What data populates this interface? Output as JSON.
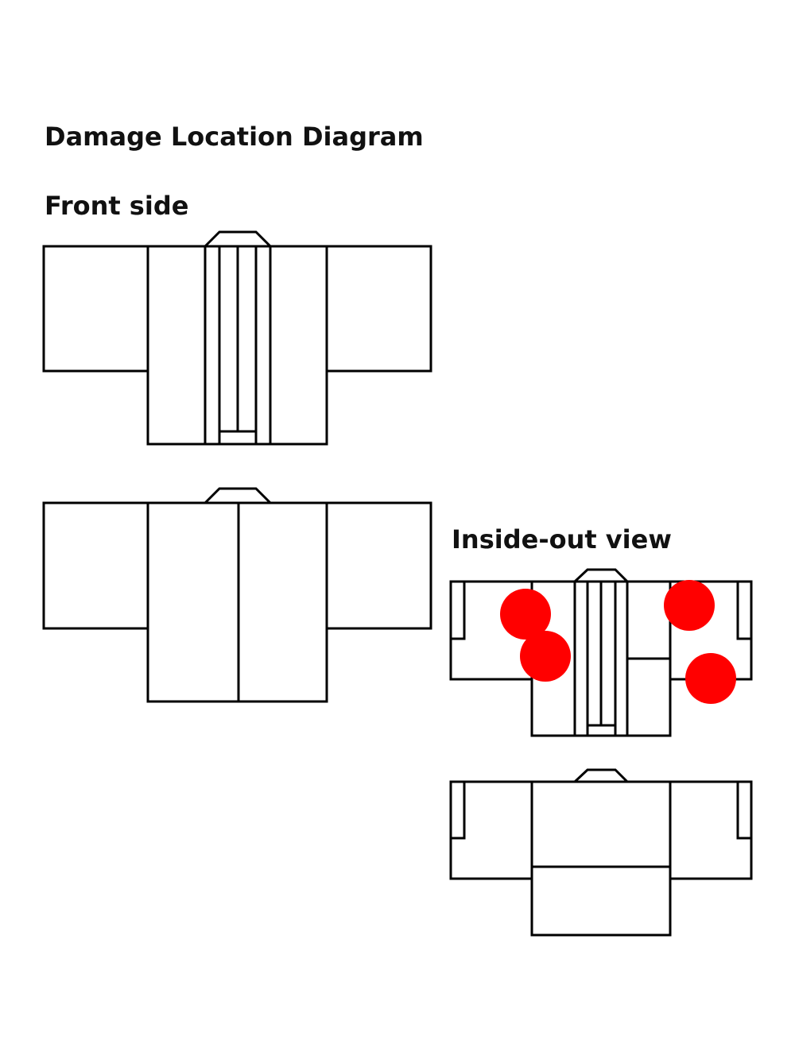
{
  "title": "Damage Location Diagram",
  "sections": {
    "front": {
      "label": "Front side"
    },
    "inside": {
      "label": "Inside-out view"
    }
  },
  "colors": {
    "outline": "#000000",
    "damage_marker": "#ff0000",
    "background": "#ffffff"
  },
  "damage_marker_count": 4
}
